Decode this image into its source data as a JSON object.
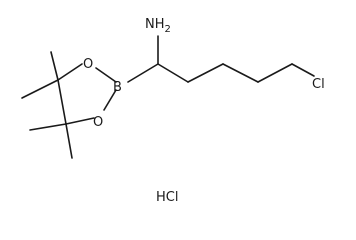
{
  "structure": {
    "atoms": {
      "n": "NH",
      "n_sub": "2",
      "cl": "Cl",
      "b": "B",
      "o_upper": "O",
      "o_lower": "O"
    },
    "salt": "HCl"
  }
}
